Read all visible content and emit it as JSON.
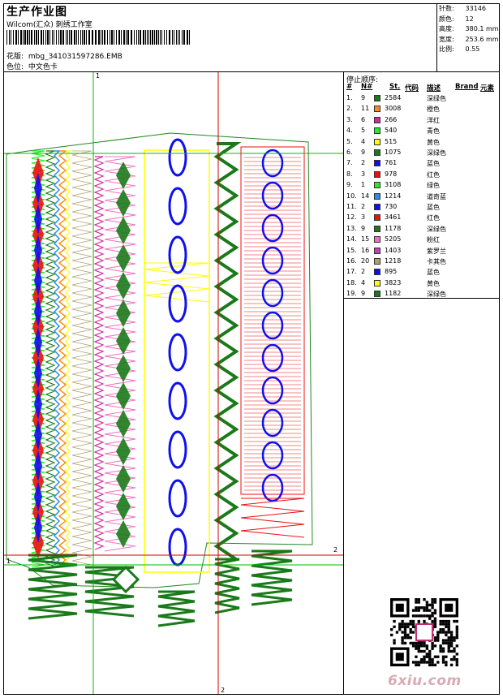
{
  "header": {
    "title": "生产作业图",
    "maker": "Wilcom(汇众) 刺绣工作室",
    "design_label": "花版:",
    "design_file": "mbg_341031597286.EMB",
    "color_label": "色位:",
    "color_value": "中文色卡"
  },
  "stats": [
    {
      "key": "针数:",
      "value": "33146"
    },
    {
      "key": "颜色:",
      "value": "12"
    },
    {
      "key": "高度:",
      "value": "380.1 mm"
    },
    {
      "key": "宽度:",
      "value": "253.6 mm"
    },
    {
      "key": "比例:",
      "value": "0.55"
    }
  ],
  "stop_sequence": {
    "heading": "停止顺序:",
    "columns": [
      "#",
      "N#",
      "St.",
      "代码",
      "描述",
      "Brand",
      "元素"
    ],
    "rows": [
      {
        "idx": "1.",
        "n": "9",
        "color": "#1a7a1a",
        "st": "2584",
        "desc": "深绿色"
      },
      {
        "idx": "2.",
        "n": "11",
        "color": "#ff8c1a",
        "st": "3008",
        "desc": "橙色"
      },
      {
        "idx": "3.",
        "n": "6",
        "color": "#d42a9e",
        "st": "266",
        "desc": "洋红"
      },
      {
        "idx": "4.",
        "n": "5",
        "color": "#22ee22",
        "st": "540",
        "desc": "青色"
      },
      {
        "idx": "5.",
        "n": "4",
        "color": "#ffff00",
        "st": "515",
        "desc": "黄色"
      },
      {
        "idx": "6.",
        "n": "9",
        "color": "#1a7a1a",
        "st": "1075",
        "desc": "深绿色"
      },
      {
        "idx": "7.",
        "n": "2",
        "color": "#1010ee",
        "st": "761",
        "desc": "蓝色"
      },
      {
        "idx": "8.",
        "n": "3",
        "color": "#ee1010",
        "st": "978",
        "desc": "红色"
      },
      {
        "idx": "9.",
        "n": "1",
        "color": "#22ee22",
        "st": "3108",
        "desc": "绿色"
      },
      {
        "idx": "10.",
        "n": "14",
        "color": "#2a8ee8",
        "st": "1214",
        "desc": "道奇蓝"
      },
      {
        "idx": "11.",
        "n": "2",
        "color": "#1010ee",
        "st": "730",
        "desc": "蓝色"
      },
      {
        "idx": "12.",
        "n": "3",
        "color": "#ee1010",
        "st": "3461",
        "desc": "红色"
      },
      {
        "idx": "13.",
        "n": "9",
        "color": "#1a7a1a",
        "st": "1178",
        "desc": "深绿色"
      },
      {
        "idx": "14.",
        "n": "15",
        "color": "#f070c0",
        "st": "5205",
        "desc": "粉红"
      },
      {
        "idx": "15.",
        "n": "16",
        "color": "#c040c0",
        "st": "1403",
        "desc": "紫罗兰"
      },
      {
        "idx": "16.",
        "n": "20",
        "color": "#b0a070",
        "st": "1218",
        "desc": "卡其色"
      },
      {
        "idx": "17.",
        "n": "2",
        "color": "#1010ee",
        "st": "895",
        "desc": "蓝色"
      },
      {
        "idx": "18.",
        "n": "4",
        "color": "#ffff00",
        "st": "3823",
        "desc": "黄色"
      },
      {
        "idx": "19.",
        "n": "9",
        "color": "#1a7a1a",
        "st": "1182",
        "desc": "深绿色"
      }
    ]
  },
  "canvas_markers": {
    "top": "1",
    "right": "2",
    "bottom": "2",
    "left": "1"
  },
  "watermark": "6xiu.com",
  "accent_colors": {
    "guide_green": "#00bb00",
    "guide_red": "#cc0000",
    "outline": "#228822"
  }
}
